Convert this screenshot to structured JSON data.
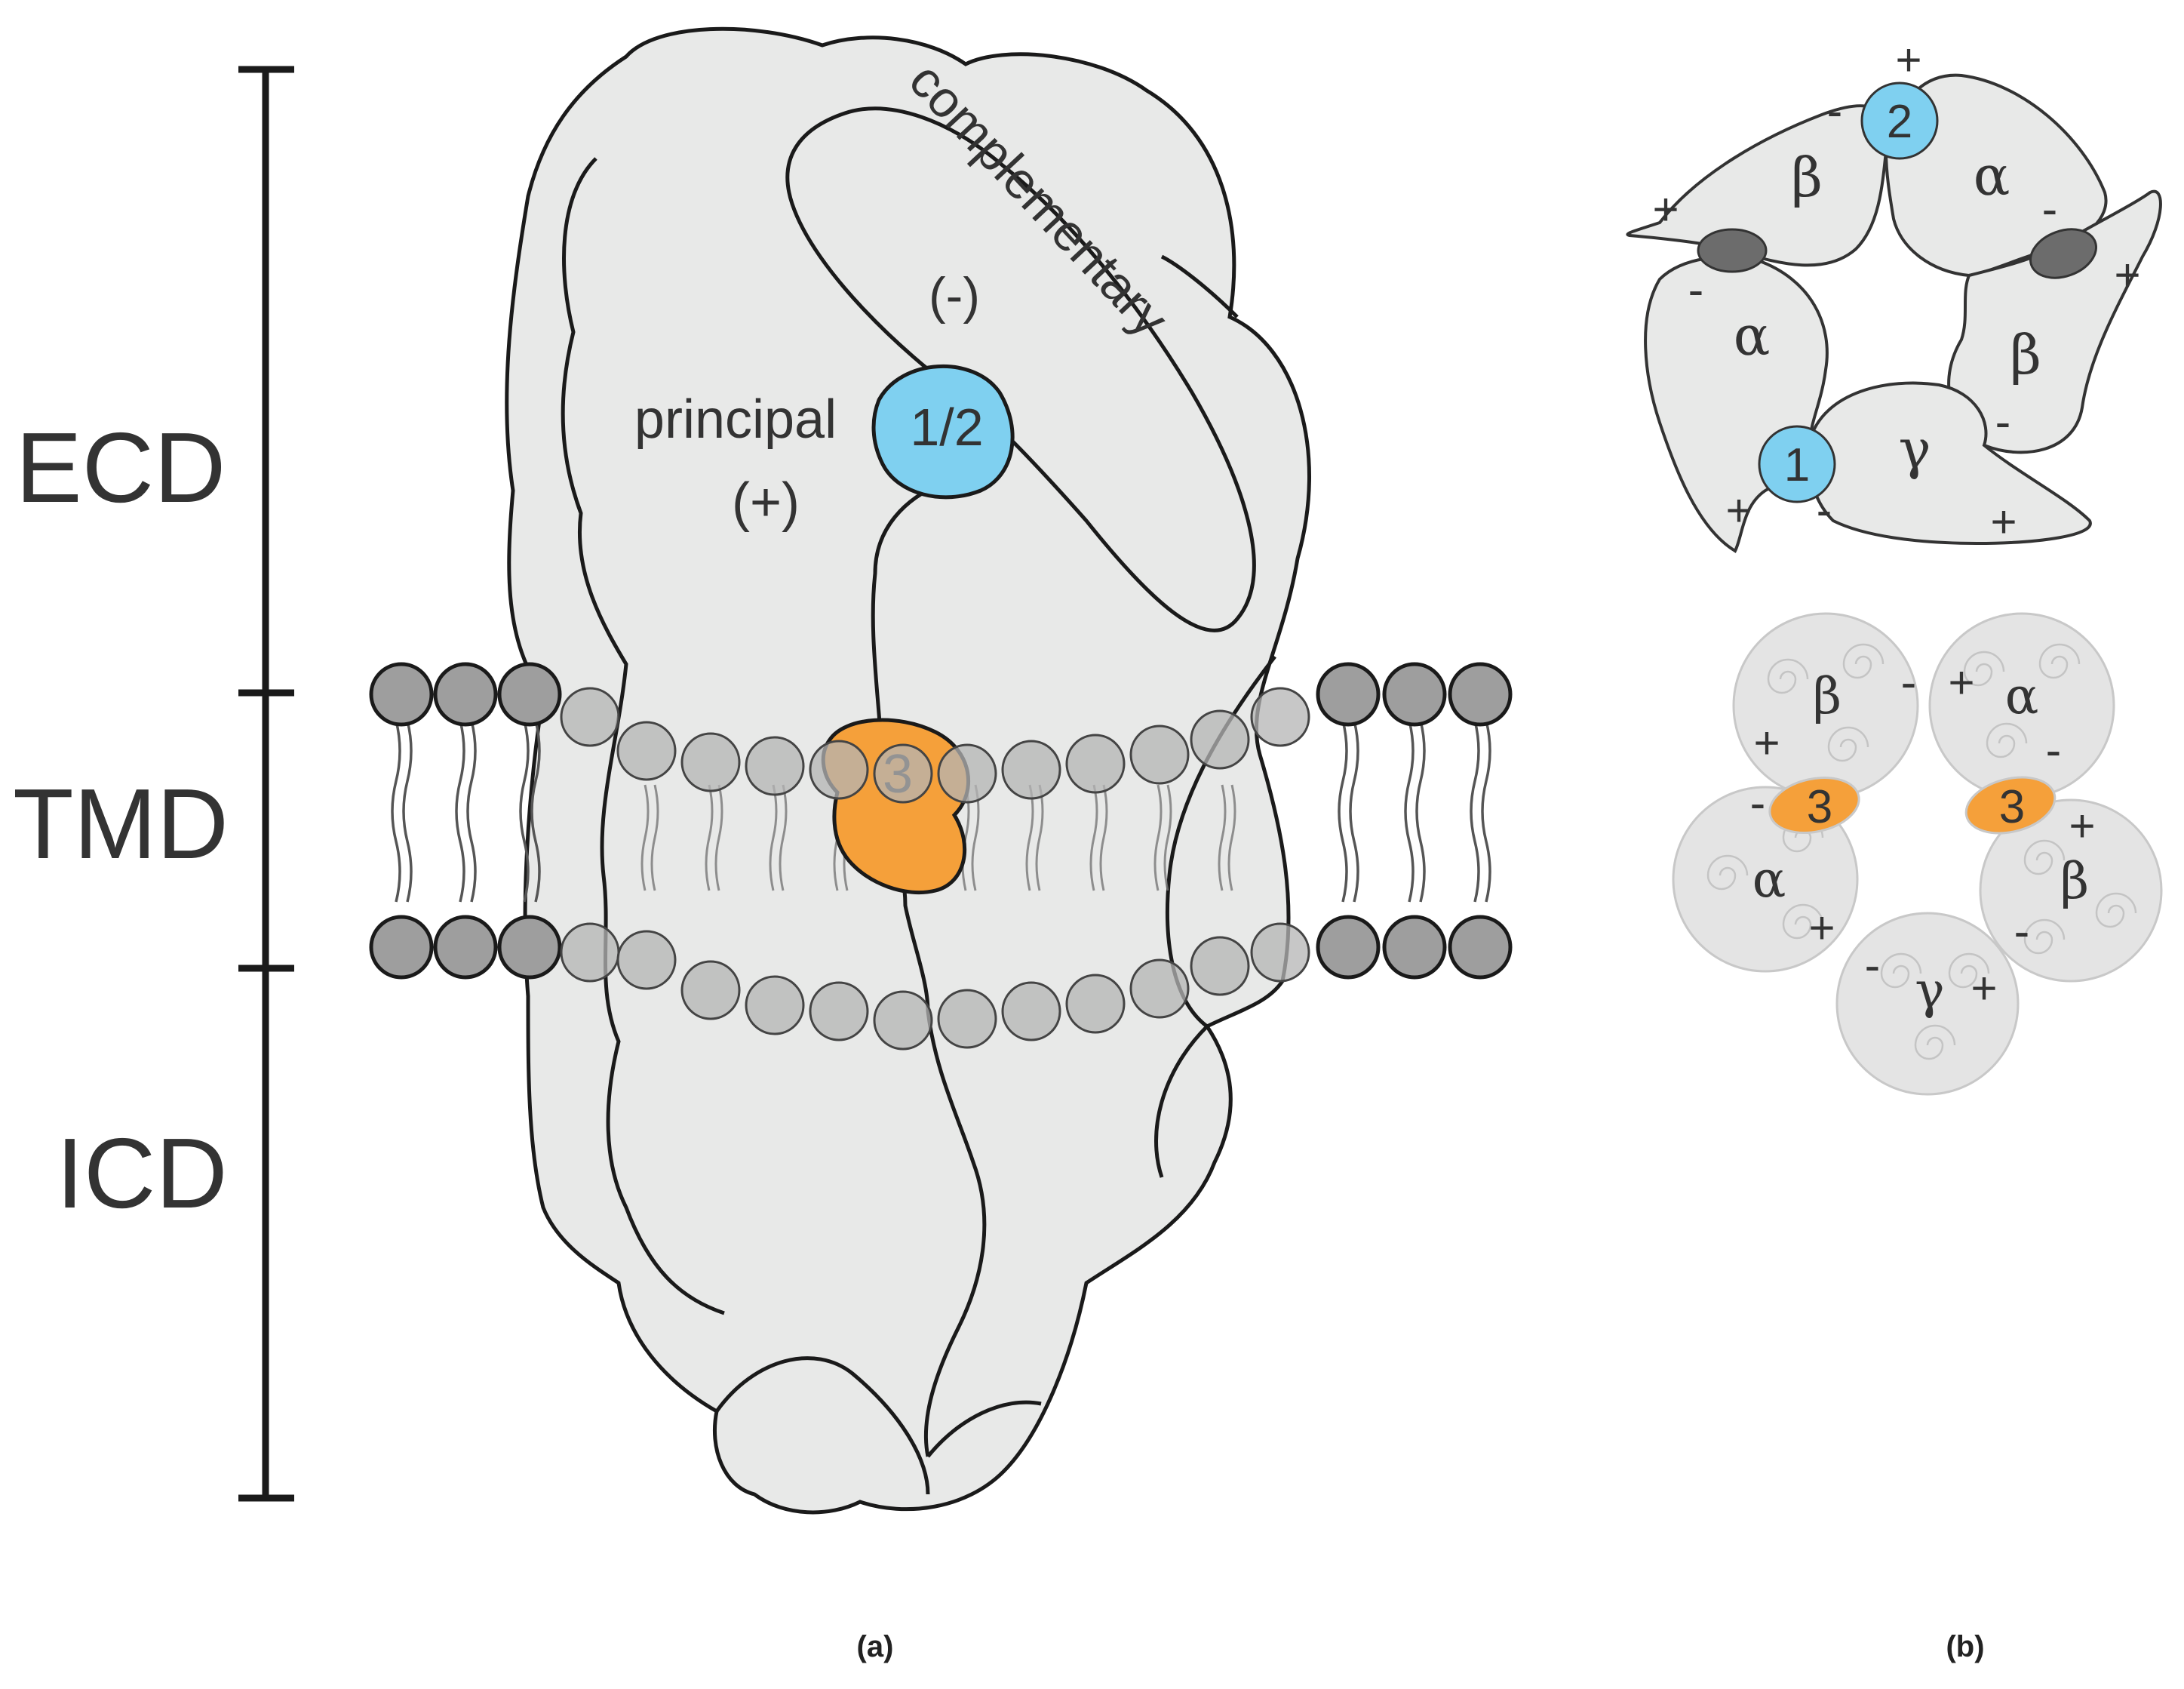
{
  "scale_bar": {
    "ecd_label": "ECD",
    "tmd_label": "TMD",
    "icd_label": "ICD"
  },
  "panel_a": {
    "caption": "(a)",
    "complementary_label": "complementary",
    "complementary_sign": "(-)",
    "principal_label": "principal",
    "principal_sign": "(+)",
    "site_ecd_label": "1/2",
    "site_tmd_label": "3"
  },
  "panel_b": {
    "caption": "(b)",
    "ecd_view": {
      "subunits": [
        "β",
        "α",
        "β",
        "γ",
        "α"
      ],
      "site_1_label": "1",
      "site_2_label": "2"
    },
    "tmd_view": {
      "subunits": [
        "β",
        "α",
        "β",
        "γ",
        "α"
      ],
      "site_3_left_label": "3",
      "site_3_right_label": "3"
    },
    "plus_sign": "+",
    "minus_sign": "-"
  },
  "colors": {
    "protein_fill": "#e8e9e8",
    "outline": "#1a1a1a",
    "lipid_head": "#9e9e9e",
    "lipid_head_inner": "#b4b4b4",
    "site_blue": "#7fd0f0",
    "site_orange": "#f5a03a",
    "interface_dark": "#6c6c6c",
    "tmd_disc": "#e4e4e4"
  }
}
